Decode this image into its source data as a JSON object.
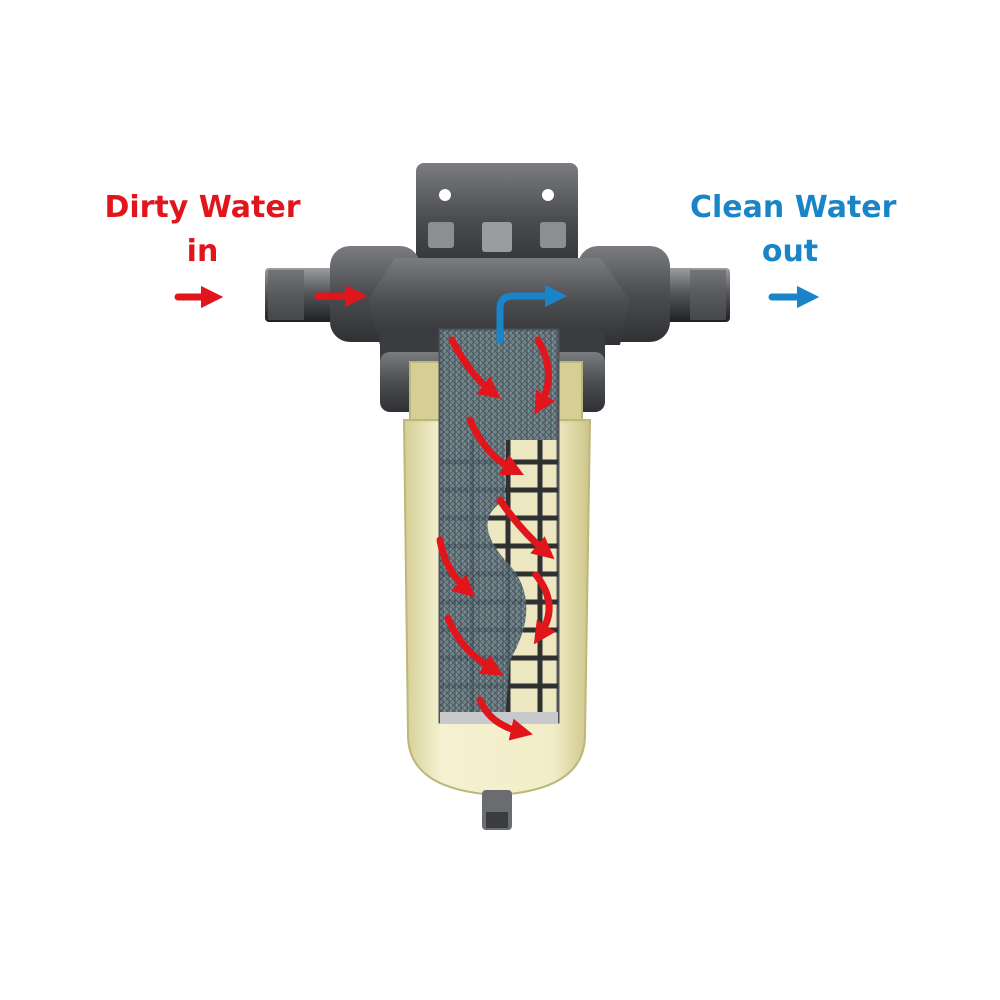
{
  "labels": {
    "inlet_line1": "Dirty Water",
    "inlet_line2": "in",
    "outlet_line1": "Clean Water",
    "outlet_line2": "out"
  },
  "colors": {
    "dirty": "#e0161c",
    "clean": "#1a84c9",
    "housing_dark": "#46484b",
    "housing_mid": "#6a6c70",
    "bowl": "#e9e3b4",
    "bowl_edge": "#bdb77a",
    "mesh": "#5a6f7c"
  },
  "icons": {
    "inlet_arrow": "arrow-right-icon",
    "outlet_arrow": "arrow-right-icon"
  }
}
